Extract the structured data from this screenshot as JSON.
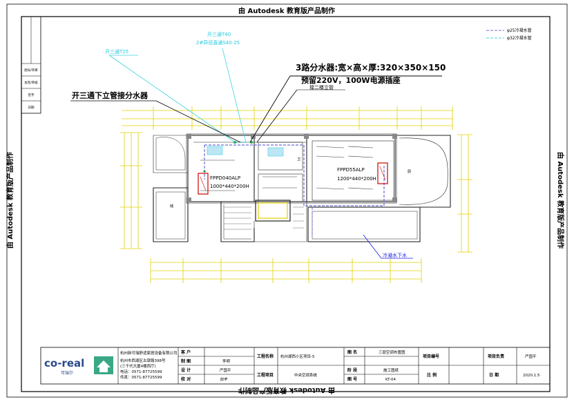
{
  "watermark": {
    "top": "由 Autodesk 教育版产品制作",
    "bottom": "由 Autodesk 教育版产品制作",
    "left": "由 Autodesk 教育版产品制作",
    "right": "由 Autodesk 教育版产品制作"
  },
  "legend": {
    "items": [
      {
        "label": "φ25冷凝水管",
        "color": "#6b6bd8",
        "style": "dashed"
      },
      {
        "label": "φ32冷凝水管",
        "color": "#3fd0e0",
        "style": "dashed"
      }
    ]
  },
  "annotations": {
    "tee_t25": "开三通T25",
    "tee_t40_line1": "开三通T40",
    "tee_t40_line2": "2#异径直通S40-25",
    "distributor_spec": "3路分水器:宽×高×厚:320×350×150",
    "power_socket": "预留220V，100W电源插座",
    "riser_connection": "接二楼立管",
    "tee_down_riser": "开三通下立管接分水器",
    "condensate_down": "冷凝水下水"
  },
  "units": [
    {
      "model": "FPPD040ALP",
      "size": "1000*440*200H"
    },
    {
      "model": "FPPD55ALP",
      "size": "1200*440*200H"
    }
  ],
  "room_tags": [
    "卫",
    "储",
    "厨"
  ],
  "title_block": {
    "logo_brand": "co-real",
    "logo_sub": "可瑞尔",
    "company_name": "杭州新可瑞舒适家居设备有限公司",
    "company_address": "杭州市西湖区古墩路398号",
    "company_address2": "(三千代大厦4楼西厅)",
    "company_tel": "电话：0571-87725599",
    "company_fax": "传真：0571-87725599",
    "role_client": "客 户",
    "role_draw": "制 图",
    "role_design": "设 计",
    "role_check": "校 对",
    "name_draw": "李明",
    "name_design": "严国平",
    "name_check": "加丰",
    "label_project_name": "工程名称",
    "value_project_name": "杭州湖西小区项目-5",
    "label_project_item": "工程项目",
    "value_project_item": "中央空调系统",
    "label_drawing_name": "图 名",
    "value_drawing_name": "三层空调布置图",
    "label_stage": "阶 段",
    "value_stage": "施工图纸",
    "label_number": "图 号",
    "value_number": "KT-04",
    "label_project_no": "项目编号",
    "label_scale": "比 例",
    "label_manager": "项目负责",
    "value_manager": "严国平",
    "label_date": "日 期",
    "value_date": "2020.1.5"
  },
  "left_strip": [
    "图号/项目",
    "会签/审核",
    "签字",
    "日期"
  ]
}
